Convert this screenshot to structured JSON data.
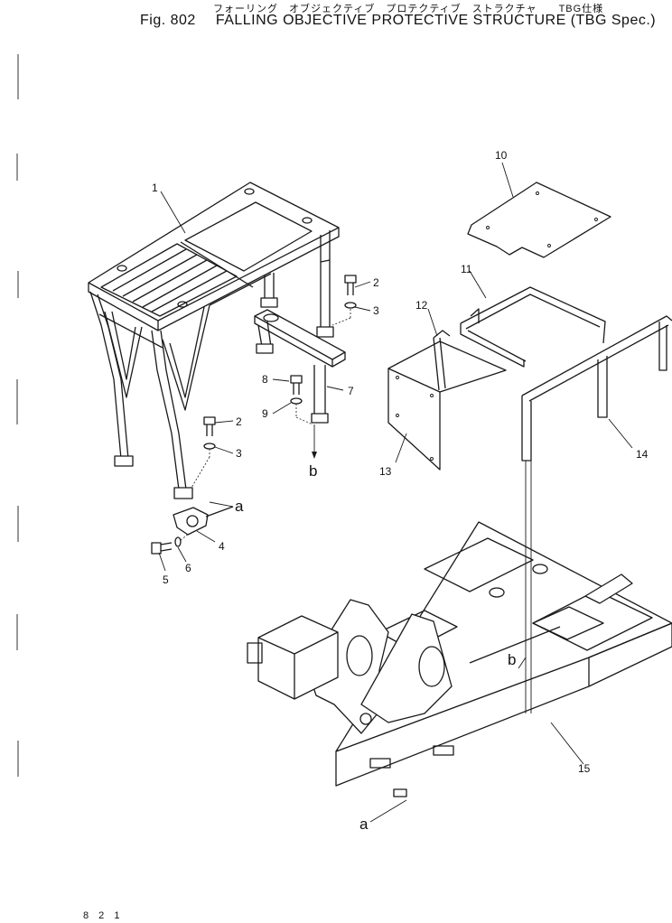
{
  "header": {
    "japanese_title": "フォーリング　オブジェクティブ　プロテクティブ　ストラクチャ　　TBG仕様",
    "figure_number": "Fig. 802",
    "title": "FALLING OBJECTIVE PROTECTIVE STRUCTURE (TBG Spec.)"
  },
  "callouts": [
    {
      "id": "c1",
      "label": "1"
    },
    {
      "id": "c2a",
      "label": "2"
    },
    {
      "id": "c3a",
      "label": "3"
    },
    {
      "id": "c2b",
      "label": "2"
    },
    {
      "id": "c3b",
      "label": "3"
    },
    {
      "id": "c4",
      "label": "4"
    },
    {
      "id": "c5",
      "label": "5"
    },
    {
      "id": "c6",
      "label": "6"
    },
    {
      "id": "c7",
      "label": "7"
    },
    {
      "id": "c8",
      "label": "8"
    },
    {
      "id": "c9",
      "label": "9"
    },
    {
      "id": "c10",
      "label": "10"
    },
    {
      "id": "c11",
      "label": "11"
    },
    {
      "id": "c12",
      "label": "12"
    },
    {
      "id": "c13",
      "label": "13"
    },
    {
      "id": "c14",
      "label": "14"
    },
    {
      "id": "c15",
      "label": "15"
    }
  ],
  "refs": {
    "a_top": "a",
    "a_bottom": "a",
    "b_top": "b",
    "b_bottom": "b"
  },
  "footer": {
    "page_code": "8 2 1"
  }
}
